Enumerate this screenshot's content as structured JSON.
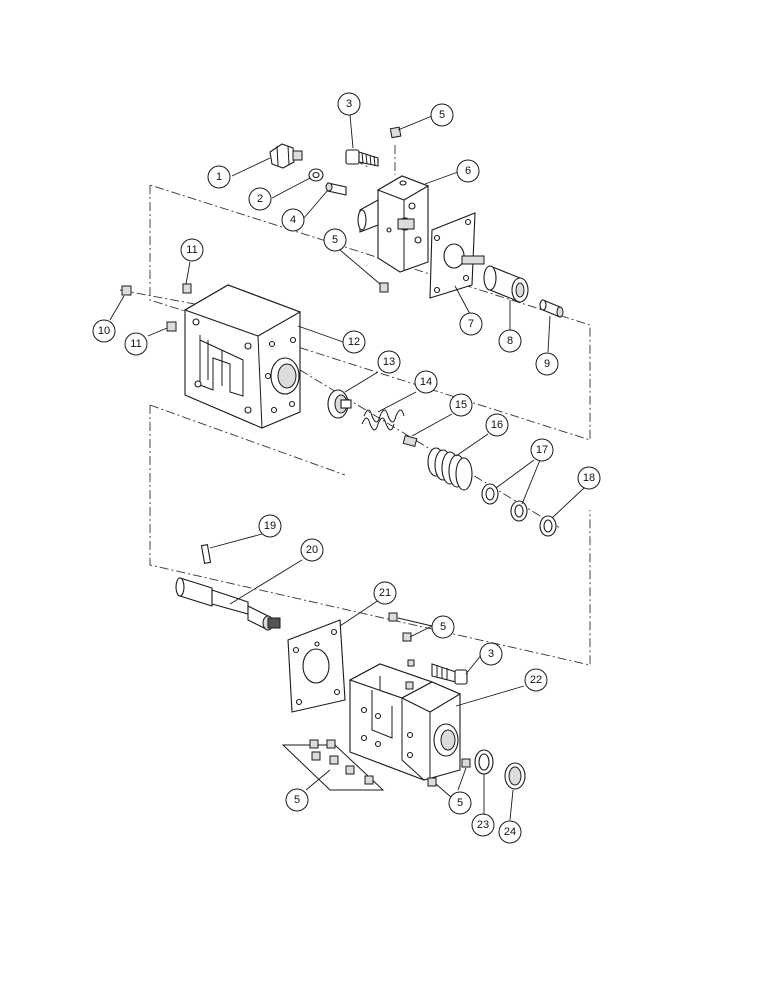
{
  "diagram": {
    "type": "exploded-parts-view",
    "callouts": [
      {
        "id": "c1",
        "label": "1"
      },
      {
        "id": "c2",
        "label": "2"
      },
      {
        "id": "c3a",
        "label": "3"
      },
      {
        "id": "c4",
        "label": "4"
      },
      {
        "id": "c5a",
        "label": "5"
      },
      {
        "id": "c6",
        "label": "6"
      },
      {
        "id": "c5b",
        "label": "5"
      },
      {
        "id": "c7",
        "label": "7"
      },
      {
        "id": "c8",
        "label": "8"
      },
      {
        "id": "c9",
        "label": "9"
      },
      {
        "id": "c10",
        "label": "10"
      },
      {
        "id": "c11a",
        "label": "11"
      },
      {
        "id": "c11b",
        "label": "11"
      },
      {
        "id": "c12",
        "label": "12"
      },
      {
        "id": "c13",
        "label": "13"
      },
      {
        "id": "c14",
        "label": "14"
      },
      {
        "id": "c15",
        "label": "15"
      },
      {
        "id": "c16",
        "label": "16"
      },
      {
        "id": "c17",
        "label": "17"
      },
      {
        "id": "c18",
        "label": "18"
      },
      {
        "id": "c19",
        "label": "19"
      },
      {
        "id": "c20",
        "label": "20"
      },
      {
        "id": "c21",
        "label": "21"
      },
      {
        "id": "c5c",
        "label": "5"
      },
      {
        "id": "c3b",
        "label": "3"
      },
      {
        "id": "c22",
        "label": "22"
      },
      {
        "id": "c5d",
        "label": "5"
      },
      {
        "id": "c5e",
        "label": "5"
      },
      {
        "id": "c23",
        "label": "23"
      },
      {
        "id": "c24",
        "label": "24"
      }
    ]
  }
}
